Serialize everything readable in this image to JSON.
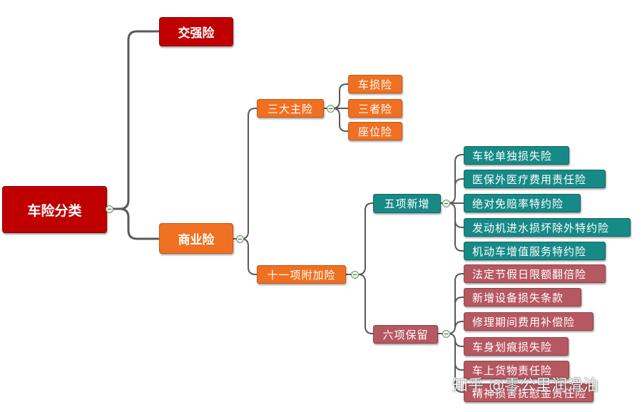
{
  "mindmap": {
    "root": "车险分类",
    "compulsory": "交强险",
    "commercial": "商业险",
    "main_group": {
      "label": "三大主险",
      "items": [
        "车损险",
        "三者险",
        "座位险"
      ]
    },
    "addon_group": {
      "label": "十一项附加险",
      "new_group": {
        "label": "五项新增",
        "items": [
          "车轮单独损失险",
          "医保外医疗费用责任险",
          "绝对免赔率特约险",
          "发动机进水损坏除外特约险",
          "机动车增值服务特约险"
        ]
      },
      "kept_group": {
        "label": "六项保留",
        "items": [
          "法定节假日限额翻倍险",
          "新增设备损失条款",
          "修理期间费用补偿险",
          "车身划痕损失险",
          "车上货物责任险",
          "精神损害抚慰金责任险"
        ]
      }
    }
  },
  "watermark": "知乎 @零公里润滑油",
  "colors": {
    "red": "#c00000",
    "orange": "#f07022",
    "teal": "#178a87",
    "rose": "#b65861",
    "connector": "#5a5a5a"
  }
}
